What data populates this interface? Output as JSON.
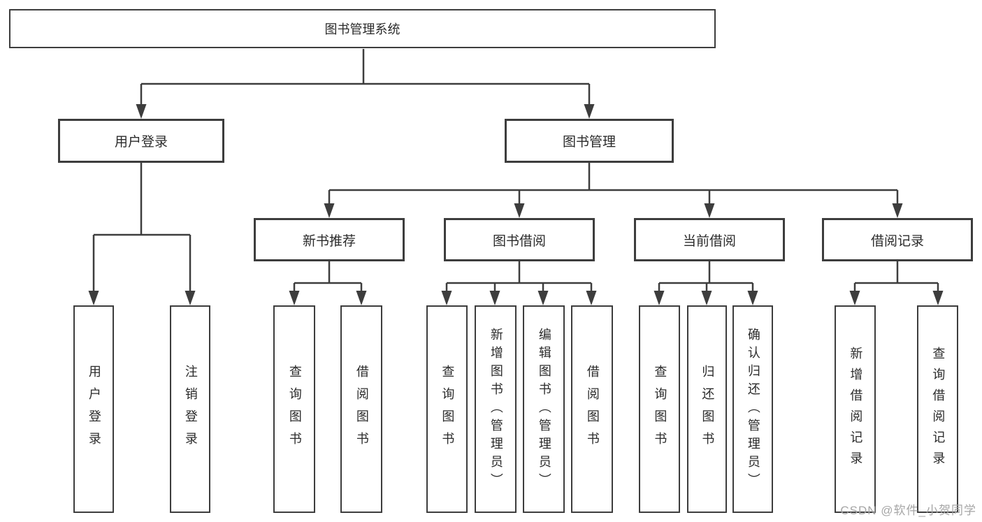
{
  "diagram": {
    "root": {
      "label": "图书管理系统"
    },
    "level2": [
      {
        "label": "用户登录"
      },
      {
        "label": "图书管理"
      }
    ],
    "level3": [
      {
        "label": "新书推荐"
      },
      {
        "label": "图书借阅"
      },
      {
        "label": "当前借阅"
      },
      {
        "label": "借阅记录"
      }
    ],
    "leaves": {
      "user_login": [
        {
          "label": "用户登录"
        },
        {
          "label": "注销登录"
        }
      ],
      "new_books": [
        {
          "label": "查询图书"
        },
        {
          "label": "借阅图书"
        }
      ],
      "book_borrow": [
        {
          "label": "查询图书"
        },
        {
          "label": "新增图书（管理员）"
        },
        {
          "label": "编辑图书（管理员）"
        },
        {
          "label": "借阅图书"
        }
      ],
      "current_borrow": [
        {
          "label": "查询图书"
        },
        {
          "label": "归还图书"
        },
        {
          "label": "确认归还（管理员）"
        }
      ],
      "borrow_records": [
        {
          "label": "新增借阅记录"
        },
        {
          "label": "查询借阅记录"
        }
      ]
    },
    "watermark": "CSDN @软件_小贺同学",
    "colors": {
      "line": "#3d3d3d",
      "text": "#2b2b2b",
      "watermark": "#a6a6a6",
      "box_fill": "#ffffff"
    }
  }
}
